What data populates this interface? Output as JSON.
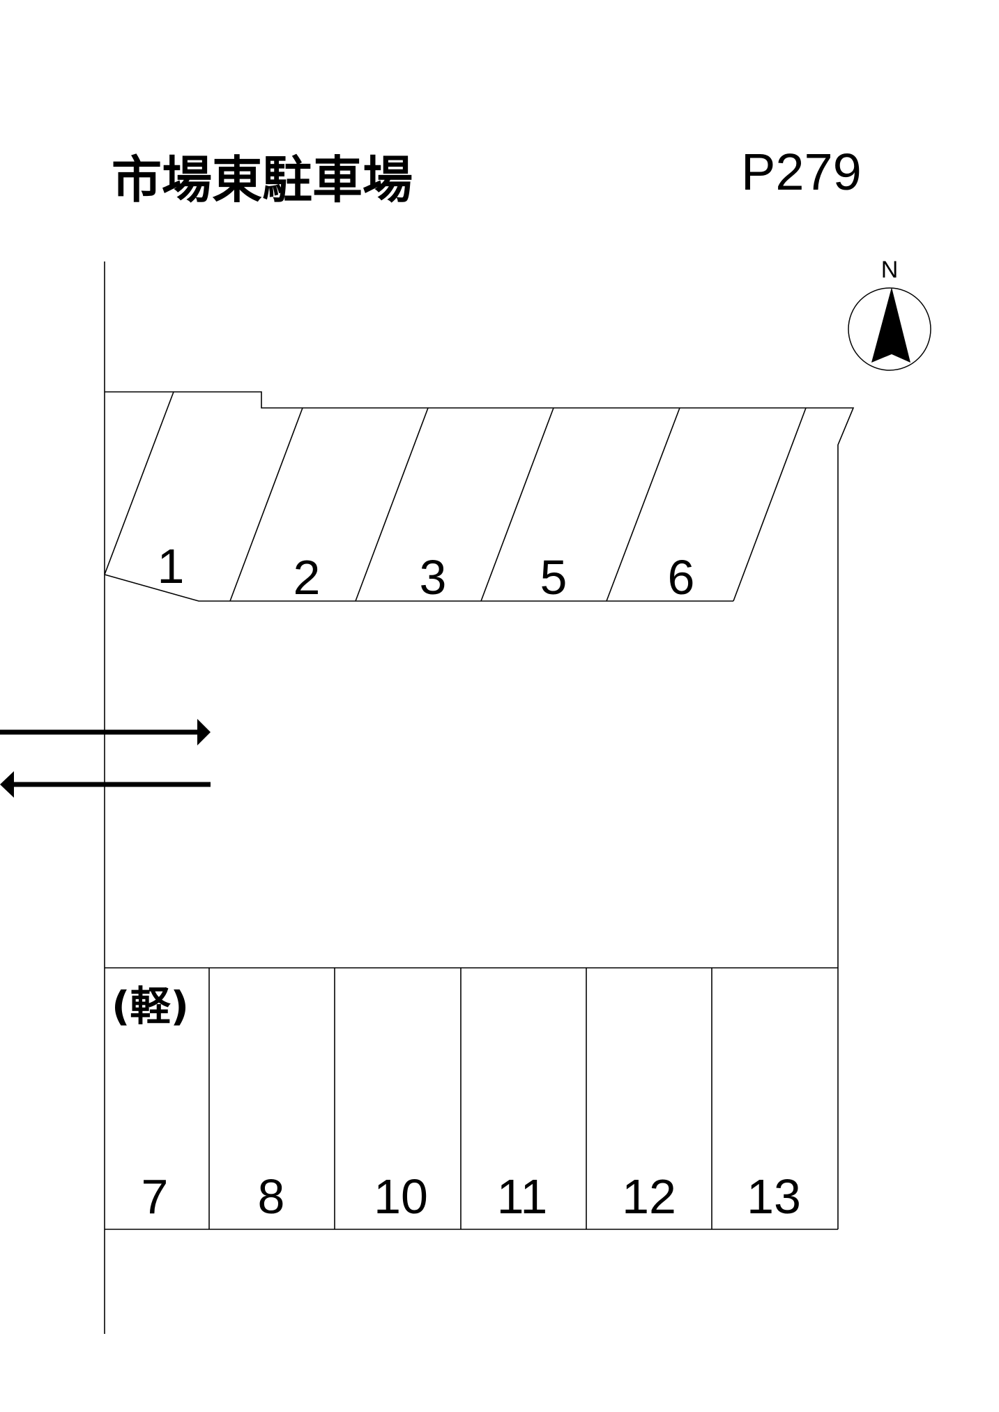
{
  "map": {
    "title": "市場東駐車場",
    "code": "P279",
    "north_label": "N",
    "spaces_top": [
      "1",
      "2",
      "3",
      "5",
      "6"
    ],
    "spaces_bottom": [
      "7",
      "8",
      "10",
      "11",
      "12",
      "13"
    ],
    "kei_note": "(軽)"
  }
}
